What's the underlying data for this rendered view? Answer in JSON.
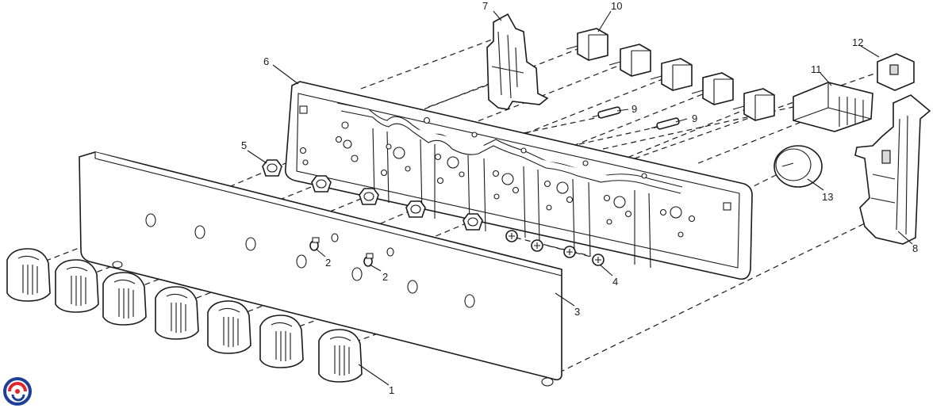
{
  "diagram": {
    "callouts": [
      {
        "id": "1",
        "text": "1"
      },
      {
        "id": "2a",
        "text": "2"
      },
      {
        "id": "2b",
        "text": "2"
      },
      {
        "id": "3",
        "text": "3"
      },
      {
        "id": "4",
        "text": "4"
      },
      {
        "id": "5",
        "text": "5"
      },
      {
        "id": "6",
        "text": "6"
      },
      {
        "id": "7",
        "text": "7"
      },
      {
        "id": "8",
        "text": "8"
      },
      {
        "id": "9a",
        "text": "9"
      },
      {
        "id": "9b",
        "text": "9"
      },
      {
        "id": "10",
        "text": "10"
      },
      {
        "id": "11",
        "text": "11"
      },
      {
        "id": "12",
        "text": "12"
      },
      {
        "id": "13",
        "text": "13"
      }
    ]
  },
  "logo": {
    "icon": "brand-swirl-icon",
    "colors": [
      "#1e3f99",
      "#e0262b"
    ]
  }
}
